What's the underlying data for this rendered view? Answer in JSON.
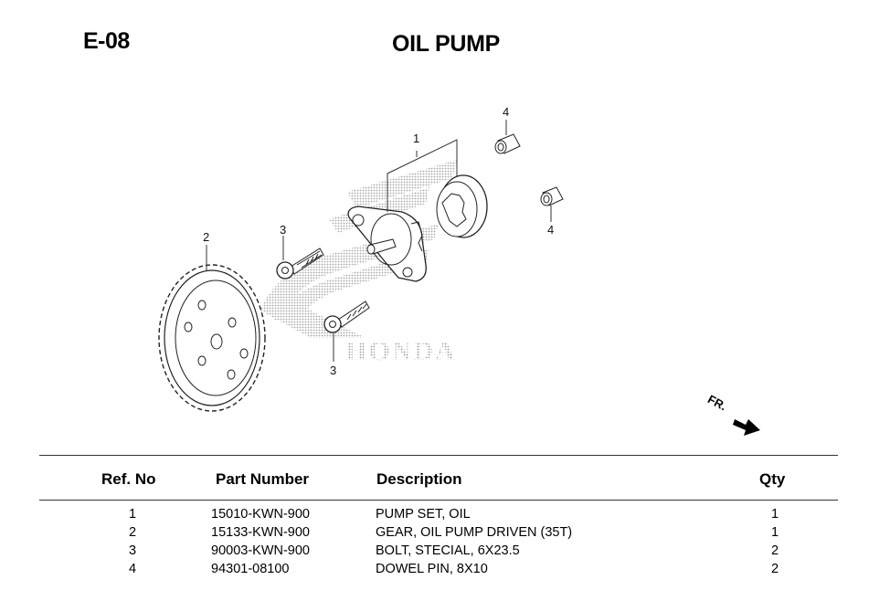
{
  "header": {
    "section_code": "E-08",
    "title": "OIL PUMP"
  },
  "diagram": {
    "watermark_text": "HONDA",
    "direction_label": "FR.",
    "callouts": [
      "1",
      "2",
      "3",
      "3",
      "4",
      "4"
    ]
  },
  "table": {
    "columns": [
      "Ref. No",
      "Part Number",
      "Description",
      "Qty"
    ],
    "rows": [
      {
        "ref": "1",
        "part_number": "15010-KWN-900",
        "description": "PUMP SET, OIL",
        "qty": "1"
      },
      {
        "ref": "2",
        "part_number": "15133-KWN-900",
        "description": "GEAR, OIL PUMP DRIVEN (35T)",
        "qty": "1"
      },
      {
        "ref": "3",
        "part_number": "90003-KWN-900",
        "description": "BOLT, STECIAL, 6X23.5",
        "qty": "2"
      },
      {
        "ref": "4",
        "part_number": "94301-08100",
        "description": "DOWEL PIN, 8X10",
        "qty": "2"
      }
    ]
  }
}
